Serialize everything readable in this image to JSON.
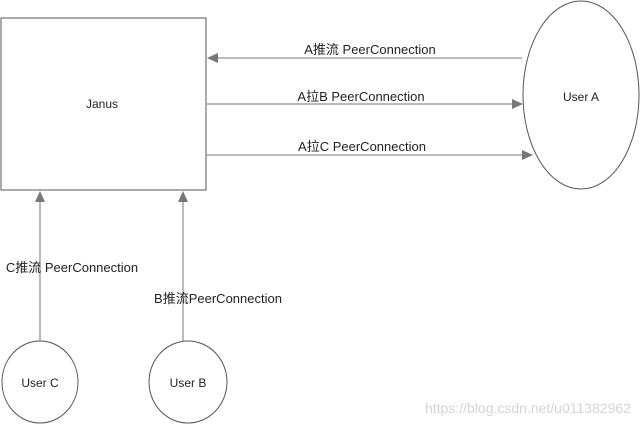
{
  "nodes": {
    "janus": "Janus",
    "user_a": "User A",
    "user_b": "User B",
    "user_c": "User C"
  },
  "edges": {
    "a_push": "A推流 PeerConnection",
    "a_pull_b": "A拉B PeerConnection",
    "a_pull_c": "A拉C PeerConnection",
    "c_push": "C推流 PeerConnection",
    "b_push": "B推流PeerConnection"
  },
  "watermark": "https://blog.csdn.net/u011382962",
  "colors": {
    "stroke": "#555555",
    "arrow": "#777777",
    "text": "#222222",
    "watermark": "#d4d4d4"
  }
}
